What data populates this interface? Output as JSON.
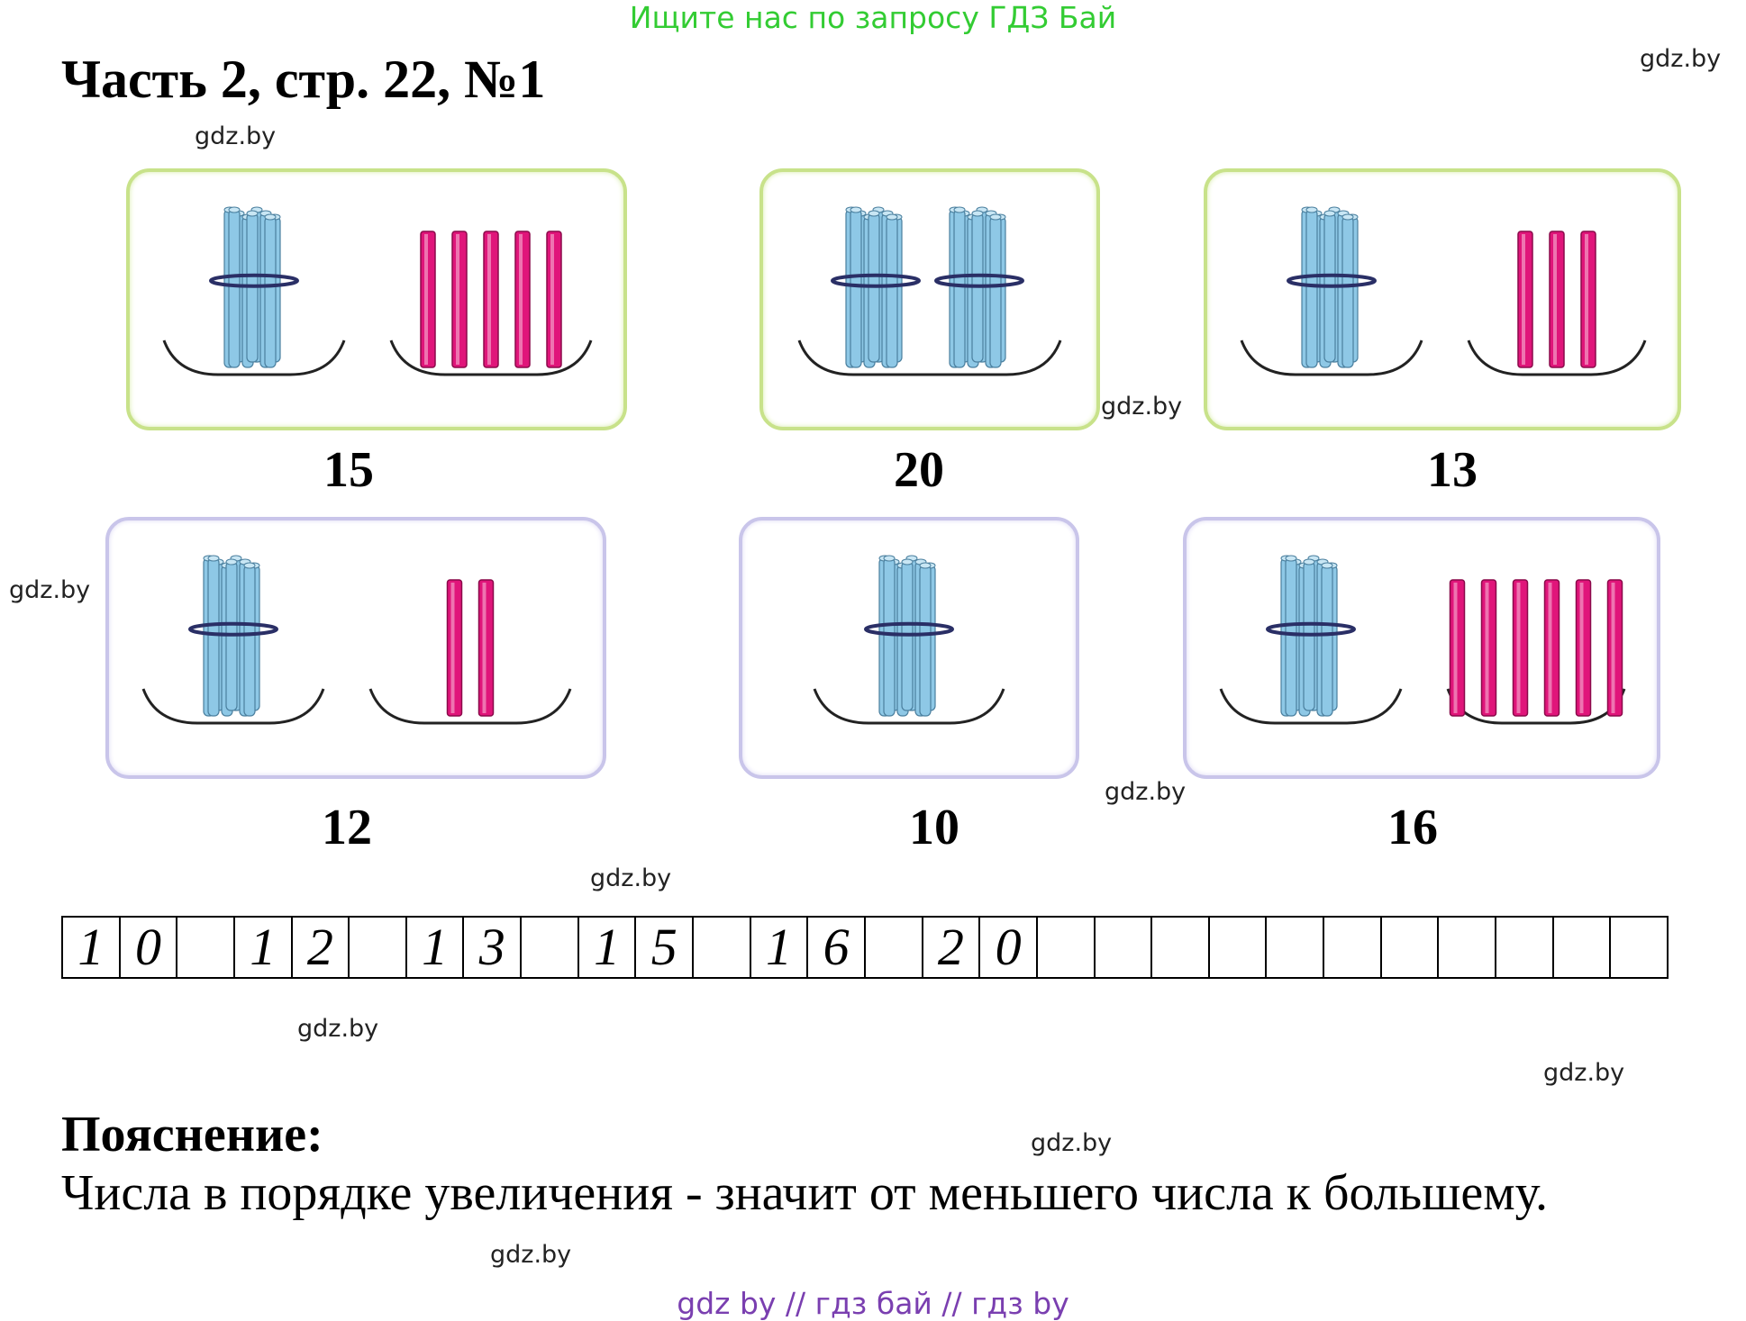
{
  "banner": "Ищите нас по запросу ГДЗ Бай",
  "title": "Часть 2, стр. 22, №1",
  "watermark": "gdz.by",
  "cards": [
    {
      "number": "15",
      "bundles": 1,
      "sticks": 5,
      "border": "green"
    },
    {
      "number": "20",
      "bundles": 2,
      "sticks": 0,
      "border": "green"
    },
    {
      "number": "13",
      "bundles": 1,
      "sticks": 3,
      "border": "green"
    },
    {
      "number": "12",
      "bundles": 1,
      "sticks": 2,
      "border": "purple"
    },
    {
      "number": "10",
      "bundles": 1,
      "sticks": 0,
      "border": "purple"
    },
    {
      "number": "16",
      "bundles": 1,
      "sticks": 6,
      "border": "purple"
    }
  ],
  "answer_cells": [
    "1",
    "0",
    "",
    "1",
    "2",
    "",
    "1",
    "3",
    "",
    "1",
    "5",
    "",
    "1",
    "6",
    "",
    "2",
    "0",
    "",
    "",
    "",
    "",
    "",
    "",
    "",
    "",
    "",
    "",
    ""
  ],
  "explanation": {
    "heading": "Пояснение:",
    "text": "Числа в порядке увеличения - значит от меньшего числа к большему."
  },
  "footer": "gdz by  //  гдз бай  //  гдз by",
  "colors": {
    "stick": "#e0157a",
    "bundle": "#8ec8e6",
    "green_border": "#c8e28a",
    "purple_border": "#c9c5ea",
    "banner": "#33cc33",
    "footer": "#7a3fb0"
  }
}
